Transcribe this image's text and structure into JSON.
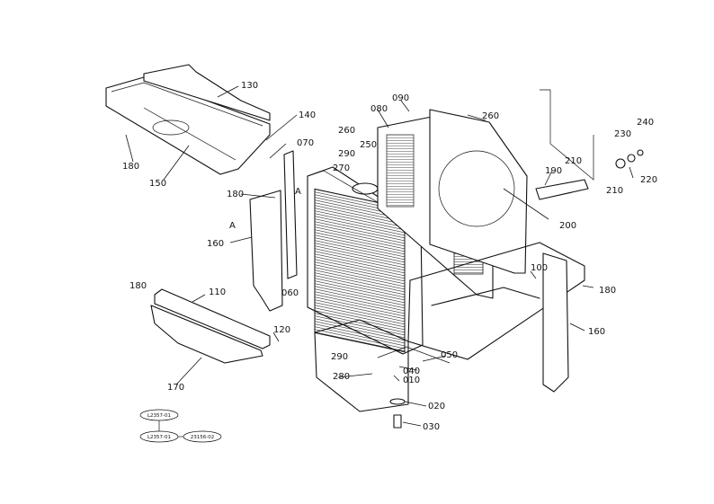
{
  "part_labels": [
    {
      "id": "130",
      "text": "130"
    },
    {
      "id": "140",
      "text": "140"
    },
    {
      "id": "180a",
      "text": "180"
    },
    {
      "id": "150",
      "text": "150"
    },
    {
      "id": "070",
      "text": "070"
    },
    {
      "id": "180b",
      "text": "180"
    },
    {
      "id": "A1",
      "text": "A"
    },
    {
      "id": "A2",
      "text": "A"
    },
    {
      "id": "160a",
      "text": "160"
    },
    {
      "id": "060",
      "text": "060"
    },
    {
      "id": "260a",
      "text": "260"
    },
    {
      "id": "250",
      "text": "250"
    },
    {
      "id": "290a",
      "text": "290"
    },
    {
      "id": "270",
      "text": "270"
    },
    {
      "id": "090",
      "text": "090"
    },
    {
      "id": "080",
      "text": "080"
    },
    {
      "id": "260b",
      "text": "260"
    },
    {
      "id": "240",
      "text": "240"
    },
    {
      "id": "230",
      "text": "230"
    },
    {
      "id": "220",
      "text": "220"
    },
    {
      "id": "210a",
      "text": "210"
    },
    {
      "id": "210b",
      "text": "210"
    },
    {
      "id": "190",
      "text": "190"
    },
    {
      "id": "200",
      "text": "200"
    },
    {
      "id": "100",
      "text": "100"
    },
    {
      "id": "180c",
      "text": "180"
    },
    {
      "id": "160b",
      "text": "160"
    },
    {
      "id": "180d",
      "text": "180"
    },
    {
      "id": "110",
      "text": "110"
    },
    {
      "id": "120",
      "text": "120"
    },
    {
      "id": "170",
      "text": "170"
    },
    {
      "id": "290b",
      "text": "290"
    },
    {
      "id": "040",
      "text": "040"
    },
    {
      "id": "050",
      "text": "050"
    },
    {
      "id": "280",
      "text": "280"
    },
    {
      "id": "010",
      "text": "010"
    },
    {
      "id": "020",
      "text": "020"
    },
    {
      "id": "030",
      "text": "030"
    }
  ],
  "reference_codes": [
    {
      "id": "ref1",
      "text": "L2357-01"
    },
    {
      "id": "ref2",
      "text": "L2357-01"
    },
    {
      "id": "ref3",
      "text": "23156-02"
    }
  ],
  "colors": {
    "ink": "#111111",
    "paper": "#ffffff"
  }
}
